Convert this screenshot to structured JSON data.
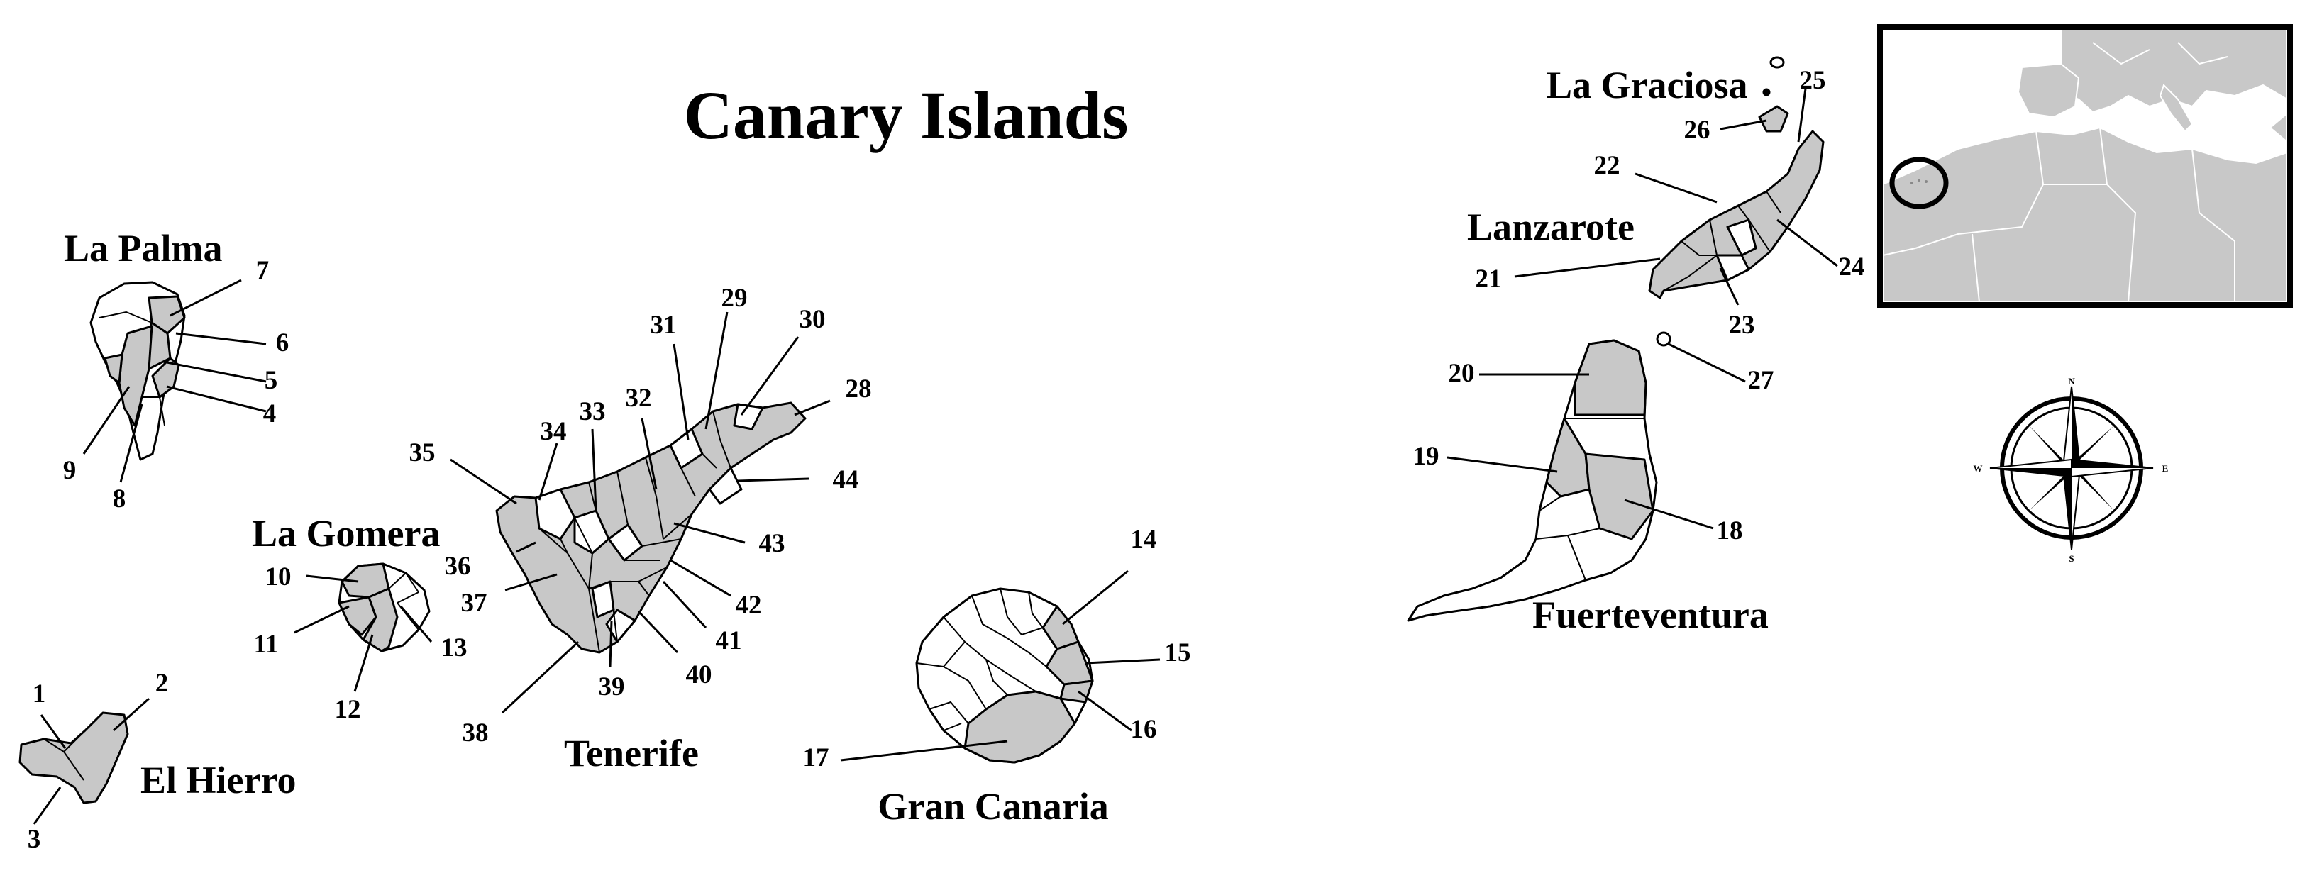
{
  "title": "Canary Islands",
  "islands": {
    "la_palma": "La Palma",
    "la_gomera": "La Gomera",
    "el_hierro": "El Hierro",
    "tenerife": "Tenerife",
    "gran_canaria": "Gran Canaria",
    "la_graciosa": "La Graciosa",
    "lanzarote": "Lanzarote",
    "fuerteventura": "Fuerteventura"
  },
  "labels": [
    "1",
    "2",
    "3",
    "4",
    "5",
    "6",
    "7",
    "8",
    "9",
    "10",
    "11",
    "12",
    "13",
    "14",
    "15",
    "16",
    "17",
    "18",
    "19",
    "20",
    "21",
    "22",
    "23",
    "24",
    "25",
    "26",
    "27",
    "28",
    "29",
    "30",
    "31",
    "32",
    "33",
    "34",
    "35",
    "36",
    "37",
    "38",
    "39",
    "40",
    "41",
    "42",
    "43",
    "44"
  ],
  "compass": {
    "n": "N",
    "e": "E",
    "s": "S",
    "w": "W"
  },
  "colors": {
    "shaded": "#c8c8c8",
    "land": "#ffffff",
    "outline": "#000000",
    "inset_land": "#c8c8c8",
    "inset_sea": "#ffffff"
  }
}
